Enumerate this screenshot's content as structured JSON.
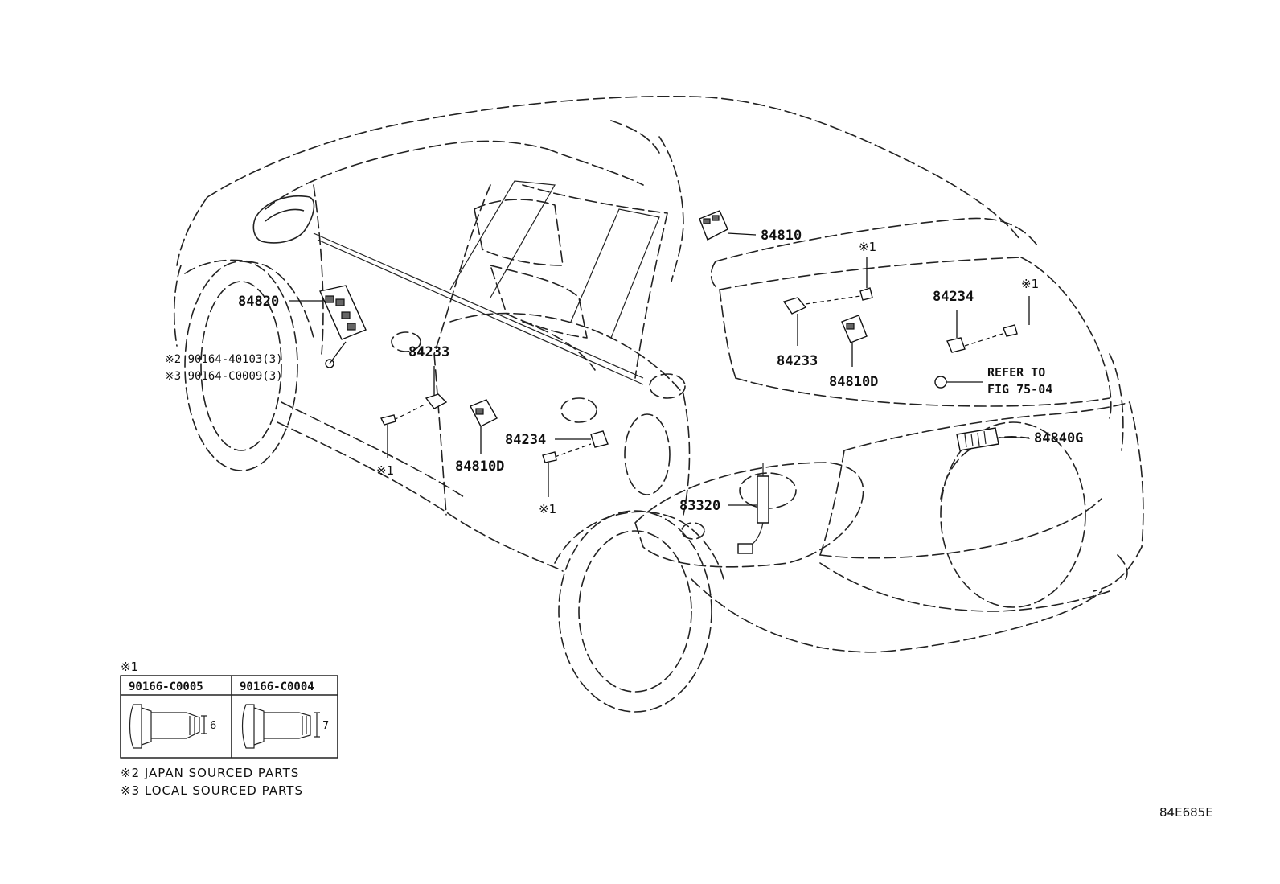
{
  "parts": {
    "p84810": "84810",
    "p84820": "84820",
    "p84233_left": "84233",
    "p84233_right": "84233",
    "p84234_mid": "84234",
    "p84234_right": "84234",
    "p84810d_left": "84810D",
    "p84810d_right": "84810D",
    "p84840g": "84840G",
    "p83320": "83320"
  },
  "notes": {
    "bolt_japan": "※2 90164-40103(3)",
    "bolt_local": "※3 90164-C0009(3)",
    "mark1_a": "※1",
    "mark1_b": "※1",
    "mark1_c": "※1",
    "mark1_d": "※1",
    "refer_line1": "REFER TO",
    "refer_line2": "FIG 75-04"
  },
  "legend": {
    "table_mark": "※1",
    "col1_part": "90166-C0005",
    "col2_part": "90166-C0004",
    "col1_dim": "6",
    "col2_dim": "7",
    "japan_sourced": "※2 JAPAN SOURCED PARTS",
    "local_sourced": "※3 LOCAL SOURCED PARTS"
  },
  "figure_code": "84E685E"
}
